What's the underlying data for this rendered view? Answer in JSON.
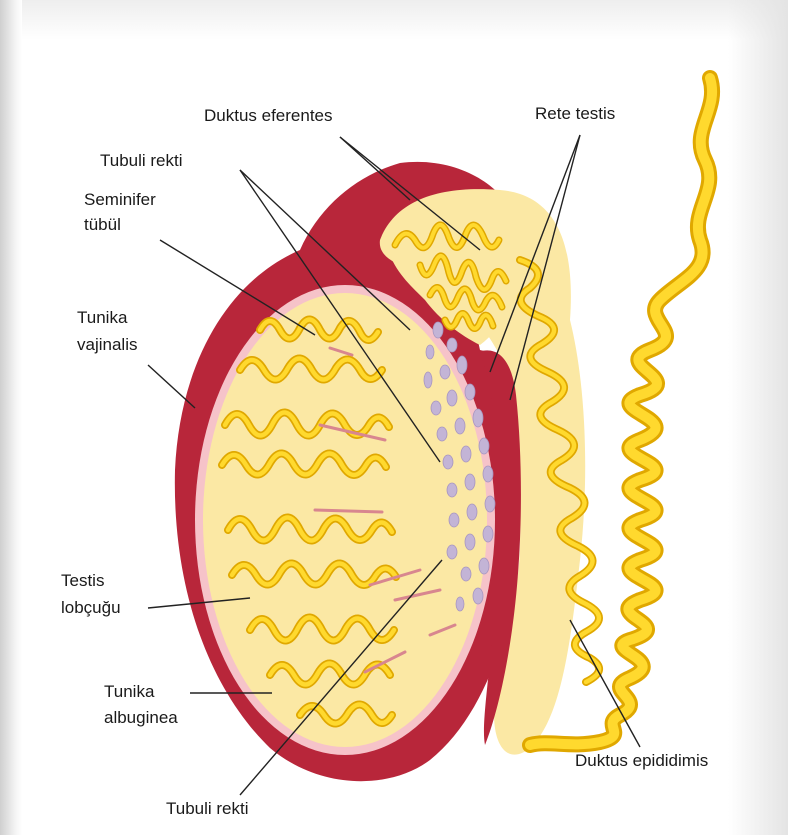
{
  "labels": {
    "duktus_eferentes": "Duktus eferentes",
    "rete_testis": "Rete testis",
    "tubuli_rekti_top": "Tubuli rekti",
    "seminifer_1": "Seminifer",
    "seminifer_2": "tübül",
    "tunika_vaj_1": "Tunika",
    "tunika_vaj_2": "vajinalis",
    "testis_lob_1": "Testis",
    "testis_lob_2": "lobçuğu",
    "tunika_alb_1": "Tunika",
    "tunika_alb_2": "albuginea",
    "duktus_epididimis": "Duktus epididimis",
    "tubuli_rekti_bottom": "Tubuli rekti"
  },
  "colors": {
    "tunica_red": "#b8263a",
    "tunica_pink": "#f6c3c9",
    "tissue_fill": "#fbe8a4",
    "tubule_yellow": "#ffd92e",
    "tubule_outline": "#e0a800",
    "rete_lilac": "#c3b4d6",
    "leader_line": "#222222"
  }
}
